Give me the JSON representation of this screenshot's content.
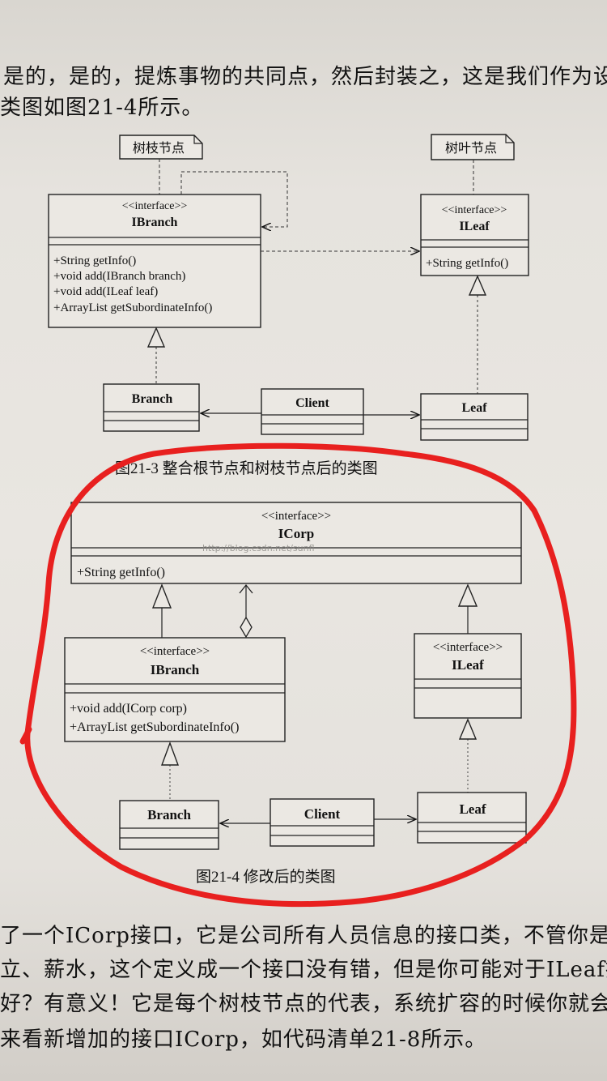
{
  "page": {
    "top_lines": [
      "是的，是的，提炼事物的共同点，然后封装之，这是我们作为设计",
      "类图如图21-4所示。"
    ],
    "bottom_lines": [
      "了一个ICorp接口，它是公司所有人员信息的接口类，不管你是经",
      "立、薪水，这个定义成一个接口没有错，但是你可能对于ILeaf接",
      "好？有意义！它是每个树枝节点的代表，系统扩容的时候你就会",
      "来看新增加的接口ICorp，如代码清单21-8所示。"
    ]
  },
  "figure1": {
    "note_branch": "树枝节点",
    "note_leaf": "树叶节点",
    "ibranch": {
      "stereotype": "<<interface>>",
      "name": "IBranch",
      "methods": [
        "+String getInfo()",
        "+void add(IBranch branch)",
        "+void add(ILeaf leaf)",
        "+ArrayList getSubordinateInfo()"
      ]
    },
    "ileaf": {
      "stereotype": "<<interface>>",
      "name": "ILeaf",
      "methods": [
        "+String getInfo()"
      ]
    },
    "branch": "Branch",
    "client": "Client",
    "leaf": "Leaf",
    "caption": "图21-3    整合根节点和树枝节点后的类图"
  },
  "figure2": {
    "icorp": {
      "stereotype": "<<interface>>",
      "name": "ICorp",
      "methods": [
        "+String getInfo()"
      ]
    },
    "watermark": "http://blog.csdn.net/sunfl",
    "ibranch": {
      "stereotype": "<<interface>>",
      "name": "IBranch",
      "methods": [
        "+void add(ICorp corp)",
        "+ArrayList getSubordinateInfo()"
      ]
    },
    "ileaf": {
      "stereotype": "<<interface>>",
      "name": "ILeaf"
    },
    "branch": "Branch",
    "client": "Client",
    "leaf": "Leaf",
    "caption": "图21-4    修改后的类图"
  },
  "colors": {
    "highlight_circle": "#e8201f",
    "ink": "#111111"
  }
}
